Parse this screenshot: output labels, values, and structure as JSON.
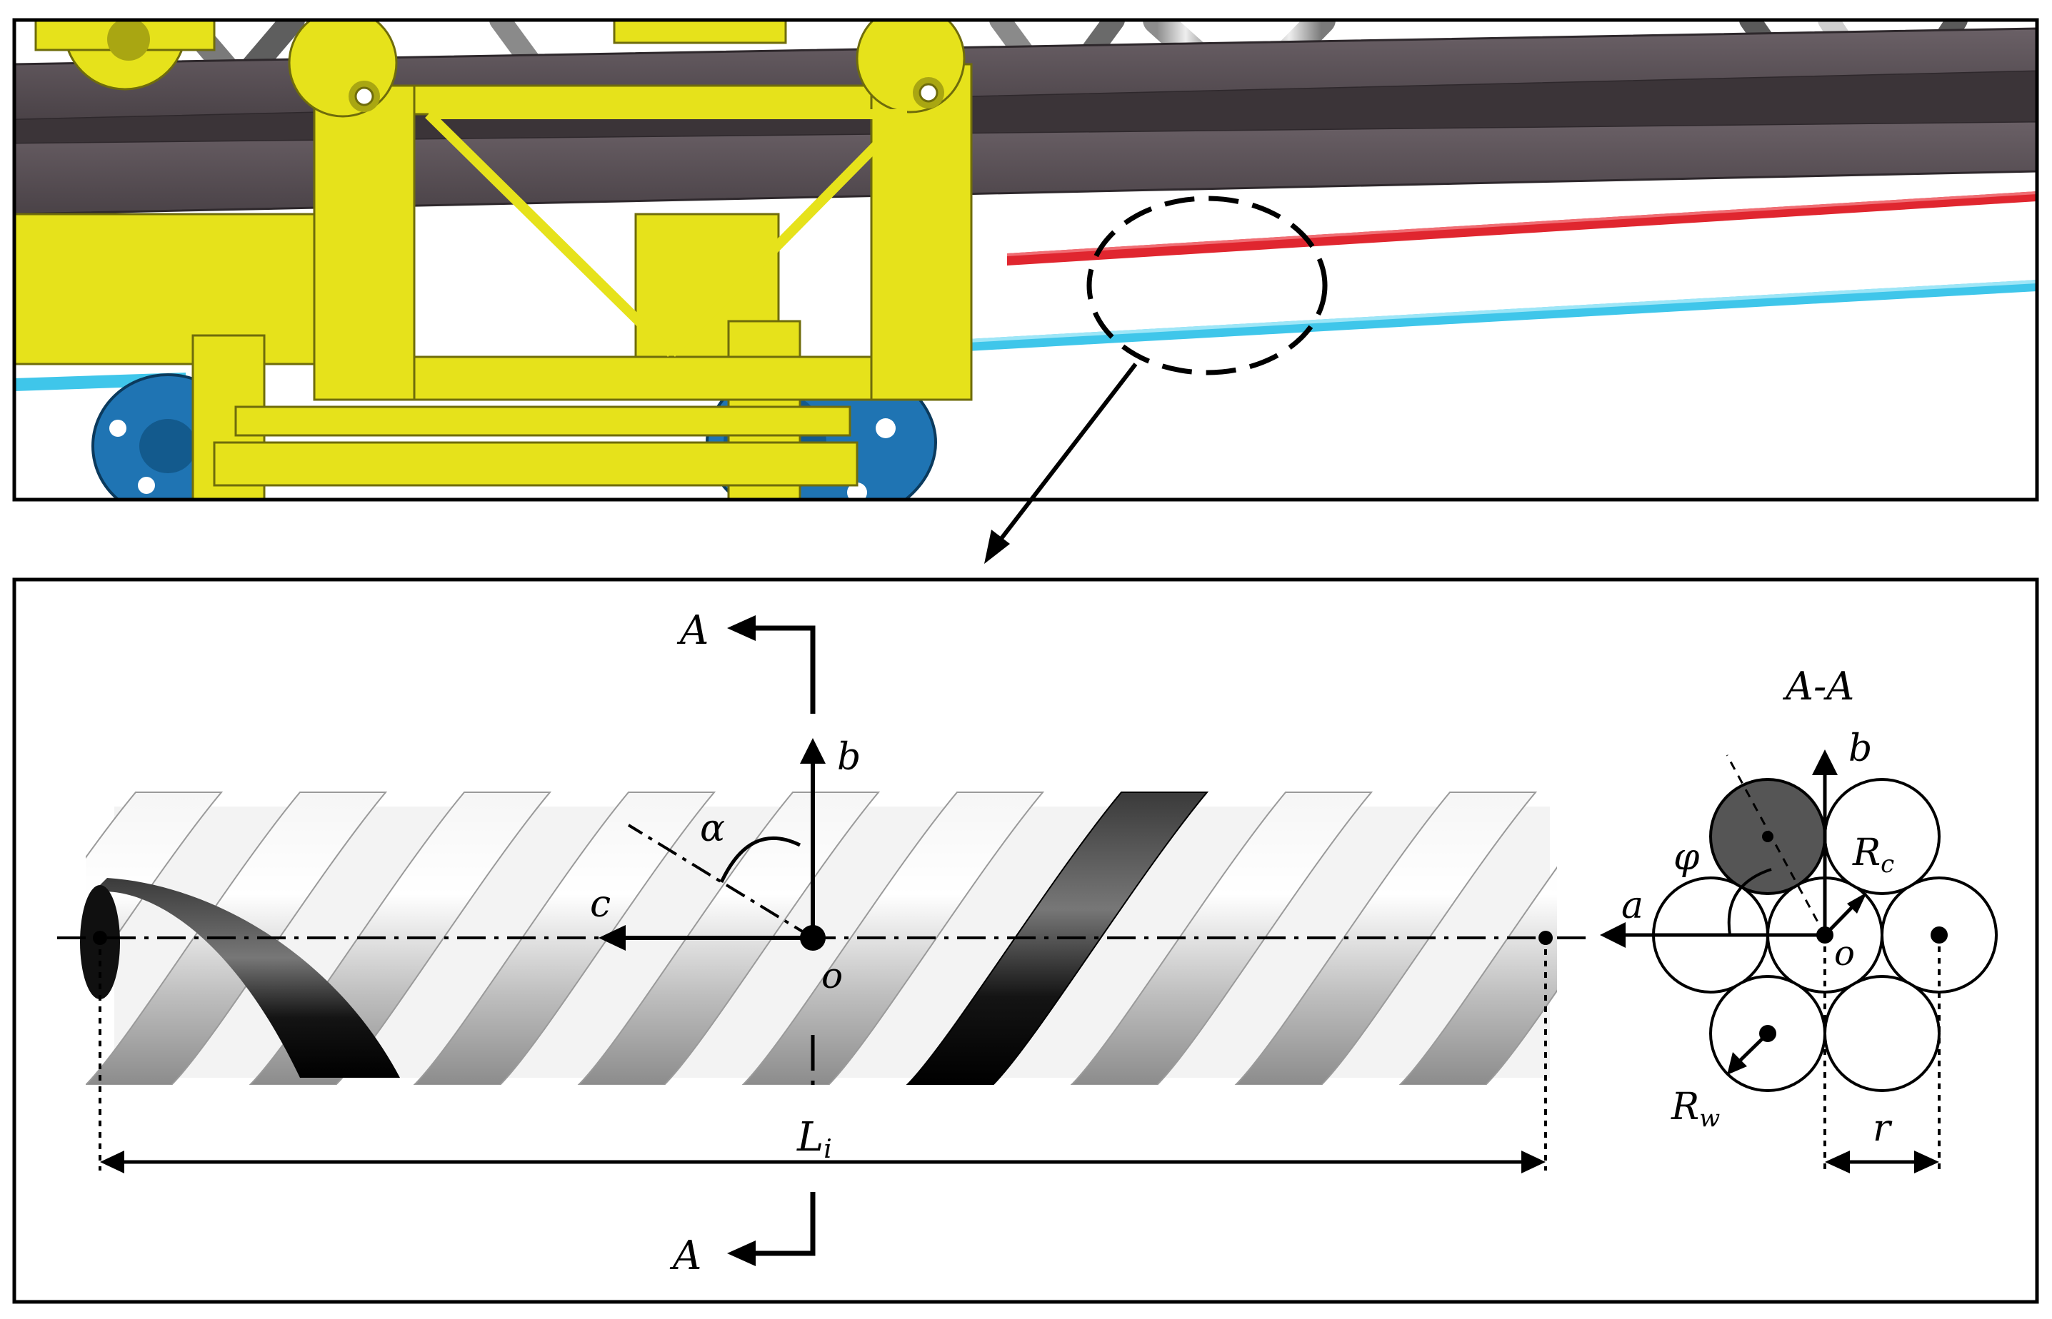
{
  "labels": {
    "section_top": "A",
    "section_bottom": "A",
    "axis_b": "b",
    "axis_c": "c",
    "angle_alpha": "α",
    "origin": "o",
    "length_L": "L",
    "length_sub": "i",
    "section_title": "A-A",
    "cs_axis_b": "b",
    "cs_axis_a": "a",
    "cs_origin": "o",
    "phi": "φ",
    "Rc": "R",
    "Rc_sub": "c",
    "Rw": "R",
    "Rw_sub": "w",
    "r": "r"
  },
  "colors": {
    "frame": "#5b5157",
    "frame_dark": "#3e363b",
    "yellow": "#e6e21b",
    "yellow_dark": "#a9a612",
    "red_rail": "#e0262f",
    "cyan_rail": "#3fc6ea",
    "wheel_blue": "#1f74b3",
    "strand_light": "#d9d9d9",
    "strand_dark": "#1a1a1a",
    "gray_circle": "#555555"
  }
}
